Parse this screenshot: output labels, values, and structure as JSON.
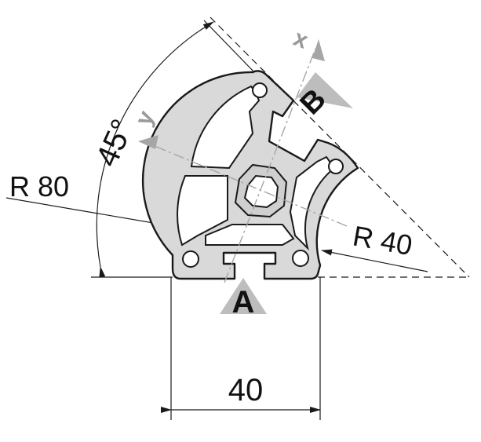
{
  "diagram": {
    "labels": {
      "angle": "45°",
      "radius_outer": "R 80",
      "radius_inner": "R 40",
      "width": "40",
      "axis_x": "x",
      "axis_y": "y",
      "view_a": "A",
      "view_b": "B"
    },
    "colors": {
      "profile_fill": "#d9d9d9",
      "profile_stroke": "#1a1a1a",
      "line": "#1a1a1a",
      "axis_arrow": "#a6a6a6",
      "view_arrow": "#bdbdbd",
      "background": "#ffffff"
    }
  }
}
